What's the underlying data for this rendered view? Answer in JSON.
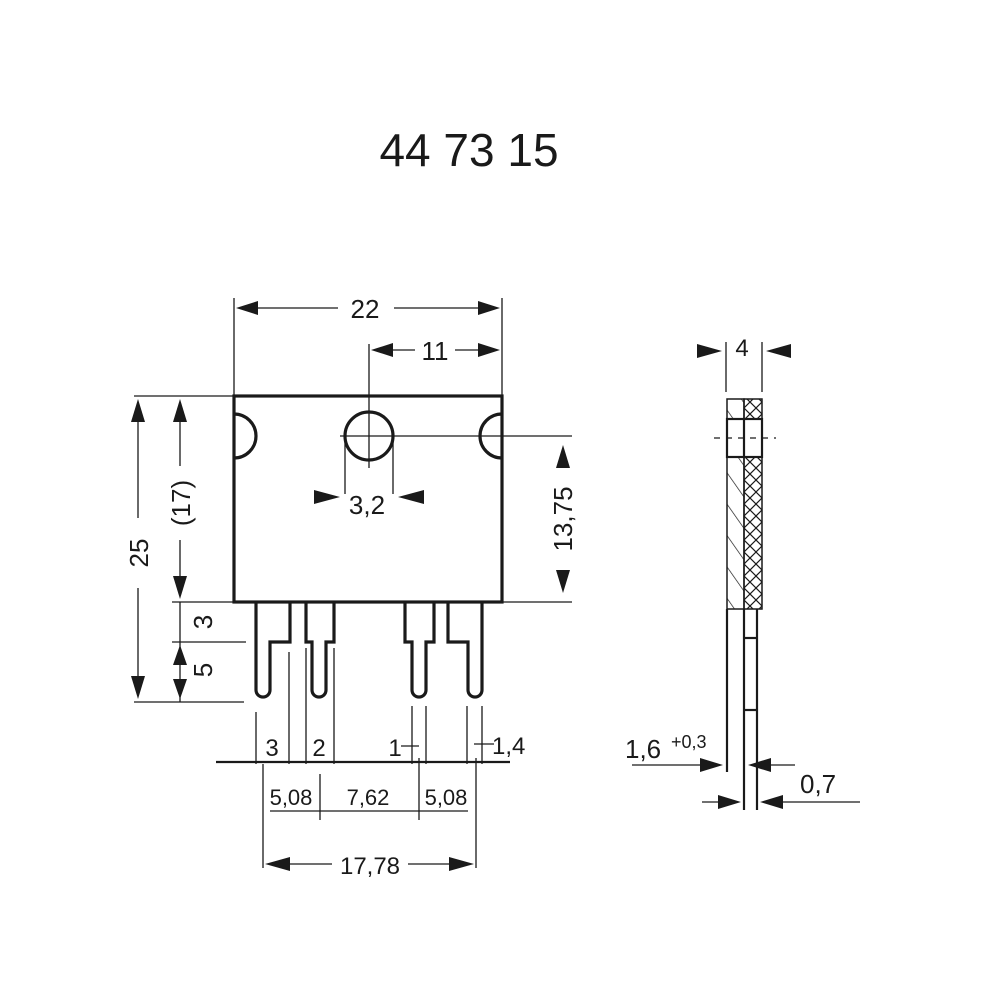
{
  "title": "44 73 15",
  "front_view": {
    "dimensions": {
      "width": "22",
      "hole_offset": "11",
      "hole_diameter": "3,2",
      "hole_height": "13,75",
      "total_height": "25",
      "body_height": "(17)",
      "pin_shoulder": "3",
      "pin_tip": "5",
      "pitch_1": "5,08",
      "pitch_2": "7,62",
      "pitch_3": "5,08",
      "pin_span": "17,78",
      "pin_width_narrow": "1",
      "pin_width_wide": "1,4"
    },
    "pin_labels": [
      "3",
      "2",
      "1"
    ]
  },
  "side_view": {
    "dimensions": {
      "thickness": "4",
      "lead_offset": "1,6",
      "lead_offset_tolerance": "+0,3",
      "lead_thickness": "0,7"
    }
  },
  "colors": {
    "line": "#1a1a1a",
    "background": "#ffffff"
  }
}
